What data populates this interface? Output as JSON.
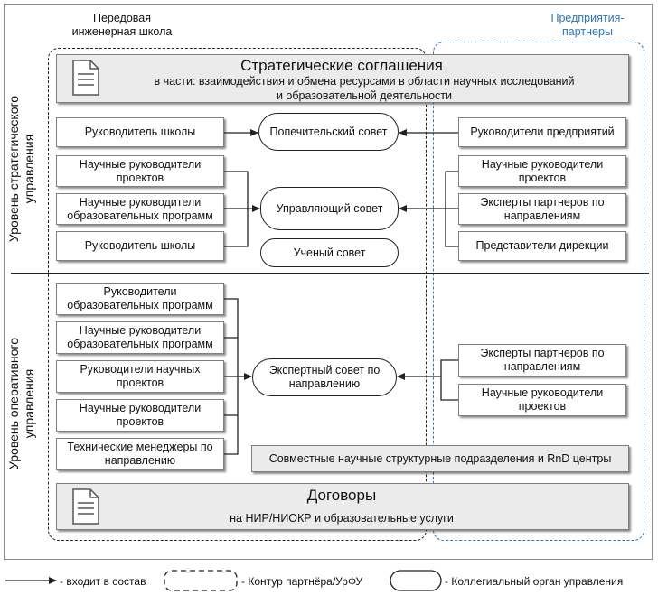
{
  "headers": {
    "school": "Передовая\nинженерная школа",
    "partners": "Предприятия-\nпартнеры"
  },
  "side_labels": {
    "strategic": "Уровень стратегического\nуправления",
    "operational": "Уровень оперативного\nуправления"
  },
  "strategic_banner": {
    "title": "Стратегические соглашения",
    "subtitle": "в части: взаимодействия и обмена ресурсами в области научных исследований\nи образовательной деятельности"
  },
  "strategic": {
    "left": [
      "Руководитель школы",
      "Научные руководители\nпроектов",
      "Научные руководители\nобразовательных программ",
      "Руководитель школы"
    ],
    "councils": [
      "Попечительский совет",
      "Управляющий совет",
      "Ученый совет"
    ],
    "right": [
      "Руководители предприятий",
      "Научные руководители\nпроектов",
      "Эксперты партнеров по\nнаправлениям",
      "Представители дирекции"
    ]
  },
  "operational": {
    "left": [
      "Руководители\nобразовательных программ",
      "Научные руководители\nобразовательных программ",
      "Руководители научных\nпроектов",
      "Научные руководители\nпроектов",
      "Технические менеджеры по\nнаправлению"
    ],
    "council": "Экспертный совет по\nнаправлению",
    "right": [
      "Эксперты партнеров по\nнаправлениям",
      "Научные руководители\nпроектов"
    ],
    "joint_units": "Совместные научные структурные подразделения и RnD центры"
  },
  "contracts_banner": {
    "title": "Договоры",
    "subtitle": "на НИР/НИОКР и образовательные услуги"
  },
  "legend": {
    "arrow": "- входит в состав",
    "contour": "- Контур партнёра/УрФУ",
    "collegial": "- Коллегиальный орган управления"
  },
  "colors": {
    "partner_contour": "#2e75b6",
    "partner_header": "#2e75b6",
    "banner_fill": "#ebebeb"
  },
  "icons": [
    "document-icon",
    "document-icon"
  ]
}
